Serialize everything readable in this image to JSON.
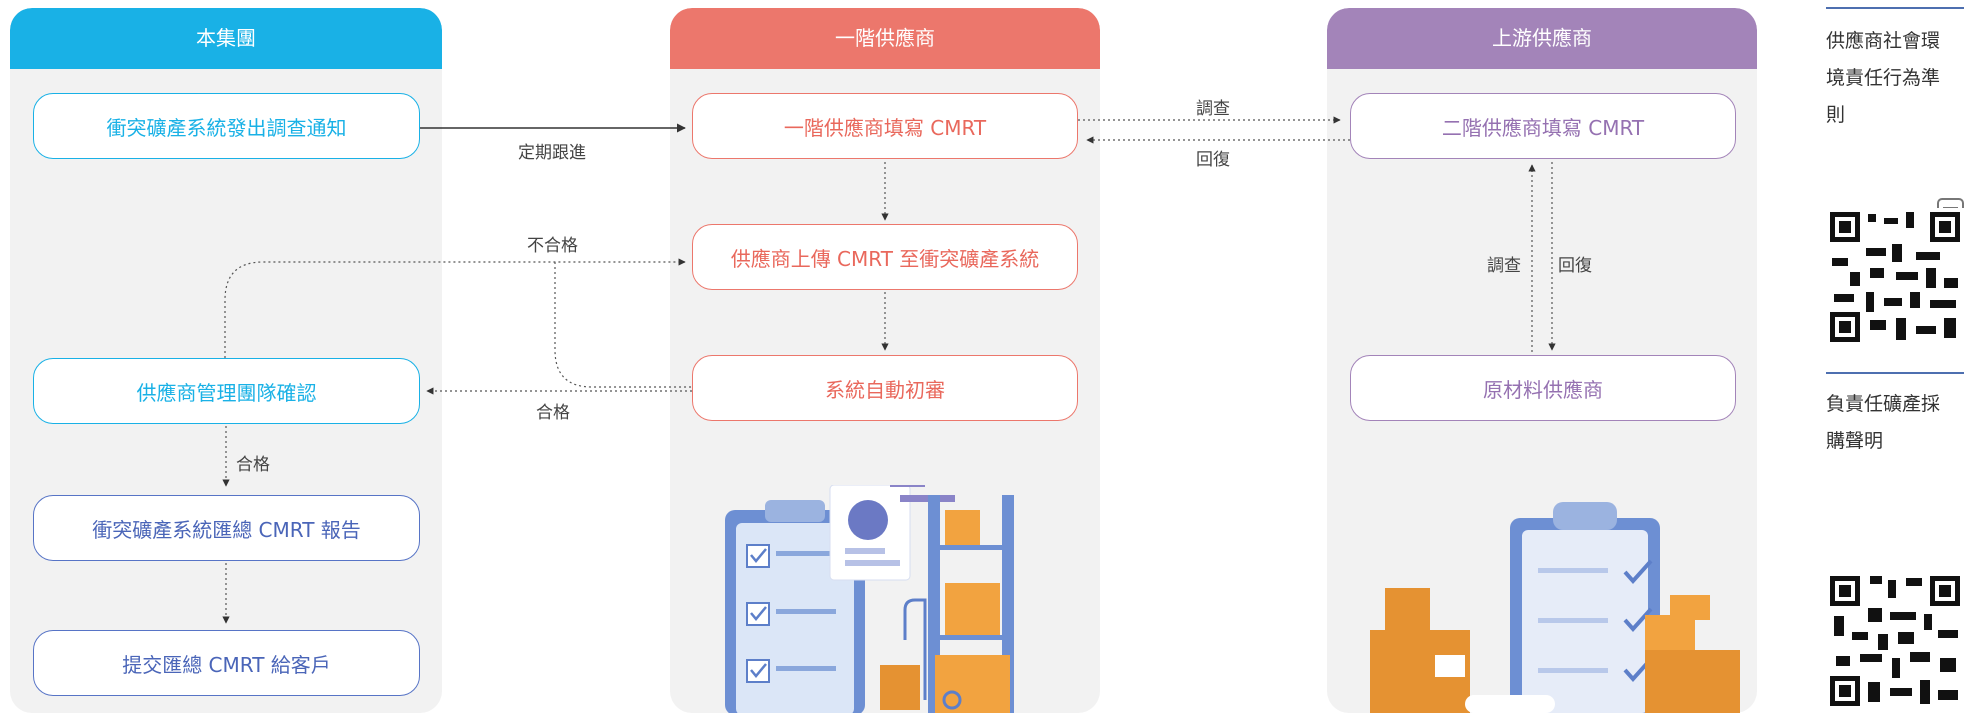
{
  "lanes": {
    "group": "本集團",
    "tier1": "一階供應商",
    "upstream": "上游供應商"
  },
  "nodes": {
    "notify": "衝突礦產系統發出調查通知",
    "confirm": "供應商管理團隊確認",
    "summary": "衝突礦產系統匯總 CMRT 報告",
    "submit": "提交匯總 CMRT 給客戶",
    "fill_t1": "一階供應商填寫 CMRT",
    "upload": "供應商上傳 CMRT 至衝突礦產系統",
    "review": "系統自動初審",
    "fill_t2": "二階供應商填寫 CMRT",
    "raw": "原材料供應商"
  },
  "labels": {
    "follow_up": "定期跟進",
    "fail": "不合格",
    "pass": "合格",
    "pass2": "合格",
    "survey": "調查",
    "reply": "回復",
    "survey2": "調查",
    "reply2": "回復"
  },
  "sidebar": {
    "item1": [
      "供應商社會環",
      "境責任行為準",
      "則"
    ],
    "item2": [
      "負責任礦產採",
      "購聲明"
    ]
  },
  "colors": {
    "group": "#19b1e6",
    "tier1": "#ec776c",
    "upstream": "#a384b9",
    "navy": "#5774c6"
  }
}
